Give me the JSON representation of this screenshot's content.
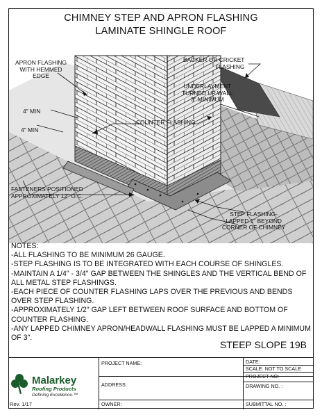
{
  "title": {
    "line1": "CHIMNEY STEP AND APRON FLASHING",
    "line2": "LAMINATE SHINGLE ROOF"
  },
  "callouts": {
    "apron_flashing": "APRON FLASHING\nWITH HEMMED\nEDGE",
    "backer_cricket": "BACKER OR CRICKET\nFLASHING",
    "underlayment": "UNDERLAYMENT\nTURNED UP WALL\n3\" MINIMUM",
    "four_in_min_1": "4\" MIN",
    "four_in_min_2": "4\" MIN",
    "counter_flashing": "COUNTER FLASHING",
    "fasteners": "FASTENERS POSITIONED\nAPPROXIMATELY 12\" O.C.",
    "step_flashing": "STEP FLASHING-\nLAPPED 1\" BEYOND\nCORNER OF CHIMNEY"
  },
  "notes": {
    "heading": "NOTES:",
    "items": [
      "-ALL FLASHING TO BE MINIMUM 26 GAUGE.",
      "-STEP FLASHING IS TO BE INTEGRATED WITH EACH COURSE OF SHINGLES.",
      "-MAINTAIN A 1/4\" - 3/4\" GAP BETWEEN THE SHINGLES AND THE VERTICAL BEND OF ALL METAL STEP FLASHINGS.",
      "-EACH PIECE OF COUNTER FLASHING LAPS OVER THE PREVIOUS AND BENDS OVER STEP FLASHING.",
      "-APPROXIMATELY 1/2\" GAP LEFT BETWEEN ROOF SURFACE AND BOTTOM OF COUNTER FLASHING.",
      "-ANY LAPPED CHIMNEY APRON/HEADWALL FLASHING MUST BE LAPPED A MINIMUM OF 3\"."
    ]
  },
  "detail_code": "STEEP SLOPE 19B",
  "title_block": {
    "project_name": "PROJECT NAME:",
    "address": "ADDRESS:",
    "owner": "OWNER:",
    "date": "DATE:",
    "scale": "SCALE:  NOT TO SCALE",
    "project_no": "PROJECT NO:",
    "drawing_no": "DRAWING NO. :",
    "submittal_no": "SUBMITTAL NO. :",
    "revision": "Rev. 1/17"
  },
  "logo": {
    "name": "Malarkey",
    "sub": "Roofing Products",
    "tagline": "Defining Excellence.™",
    "brand_color": "#1a5c2a"
  }
}
